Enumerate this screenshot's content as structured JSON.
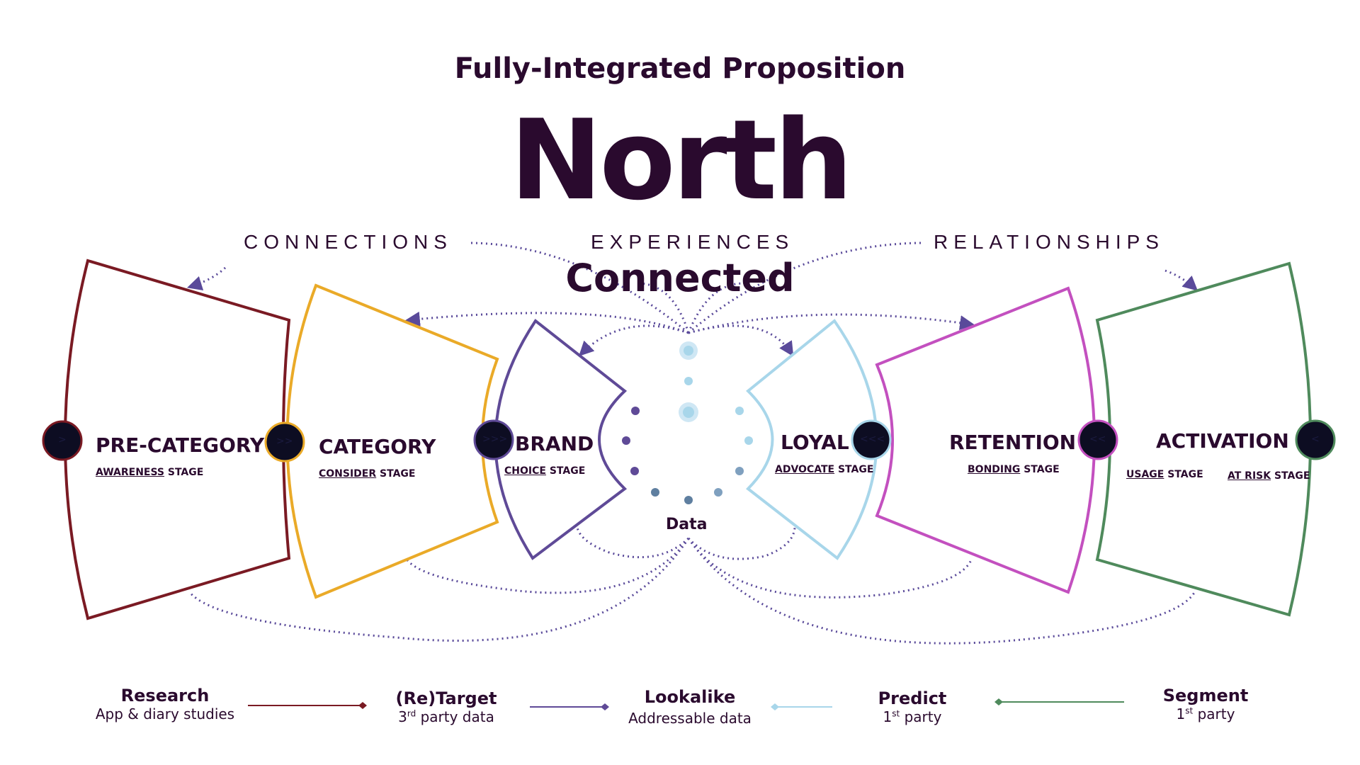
{
  "header": {
    "subtitle": "Fully-Integrated Proposition",
    "title": "North",
    "tagline": "Connected"
  },
  "pillars": {
    "connections": "CONNECTIONS",
    "experiences": "EXPERIENCES",
    "relationships": "RELATIONSHIPS"
  },
  "stages": [
    {
      "name": "PRE-CATEGORY",
      "sub_u": "AWARENESS",
      "sub": " STAGE",
      "color": "#7a1a23",
      "node": ">"
    },
    {
      "name": "CATEGORY",
      "sub_u": "CONSIDER",
      "sub": " STAGE",
      "color": "#eaaa28",
      "node": ">>"
    },
    {
      "name": "BRAND",
      "sub_u": "CHOICE",
      "sub": " STAGE",
      "color": "#5f4a97",
      "node": ">>>"
    },
    {
      "name": "LOYAL",
      "sub_u": "ADVOCATE",
      "sub": " STAGE",
      "color": "#a8d6ea",
      "node": "<<<"
    },
    {
      "name": "RETENTION",
      "sub_u": "BONDING",
      "sub": " STAGE",
      "color": "#c350bf",
      "node": "<<"
    },
    {
      "name": "ACTIVATION",
      "sub_u": "USAGE",
      "sub": " STAGE",
      "sub2_u": "AT RISK",
      "sub2": " STAGE",
      "color": "#4f8a5c",
      "node": "<"
    }
  ],
  "center": {
    "data_label": "Data"
  },
  "legend": [
    {
      "title": "Research",
      "sub": "App & diary studies"
    },
    {
      "title": "(Re)Target",
      "sub_pre": "3",
      "sub_sup": "rd",
      "sub_post": " party data"
    },
    {
      "title": "Lookalike",
      "sub": "Addressable data"
    },
    {
      "title": "Predict",
      "sub_pre": "1",
      "sub_sup": "st",
      "sub_post": " party"
    },
    {
      "title": "Segment",
      "sub_pre": "1",
      "sub_sup": "st",
      "sub_post": " party"
    }
  ],
  "colors": {
    "text": "#2a0a2e",
    "dotted": "#5a4a9a",
    "node": "#0d0d22"
  }
}
